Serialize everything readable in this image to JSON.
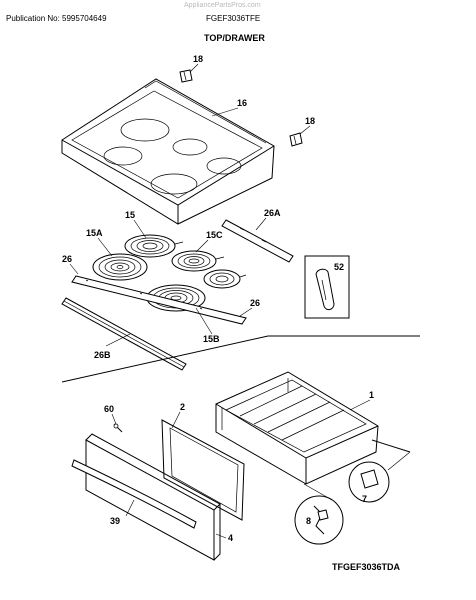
{
  "header": {
    "publication": "Publication No: 5995704649",
    "watermark": "AppliancePartsPros.com",
    "model": "FGEF3036TFE",
    "section_title": "TOP/DRAWER"
  },
  "footer": {
    "diagram_code": "TFGEF3036TDA"
  },
  "callouts": {
    "p18a": "18",
    "p18b": "18",
    "p16": "16",
    "p15": "15",
    "p15a": "15A",
    "p15c": "15C",
    "p26a": "26A",
    "p52": "52",
    "p26": "26",
    "p26r": "26",
    "p15b": "15B",
    "p26b": "26B",
    "p60": "60",
    "p2": "2",
    "p1": "1",
    "p7": "7",
    "p8": "8",
    "p39": "39",
    "p4": "4"
  }
}
